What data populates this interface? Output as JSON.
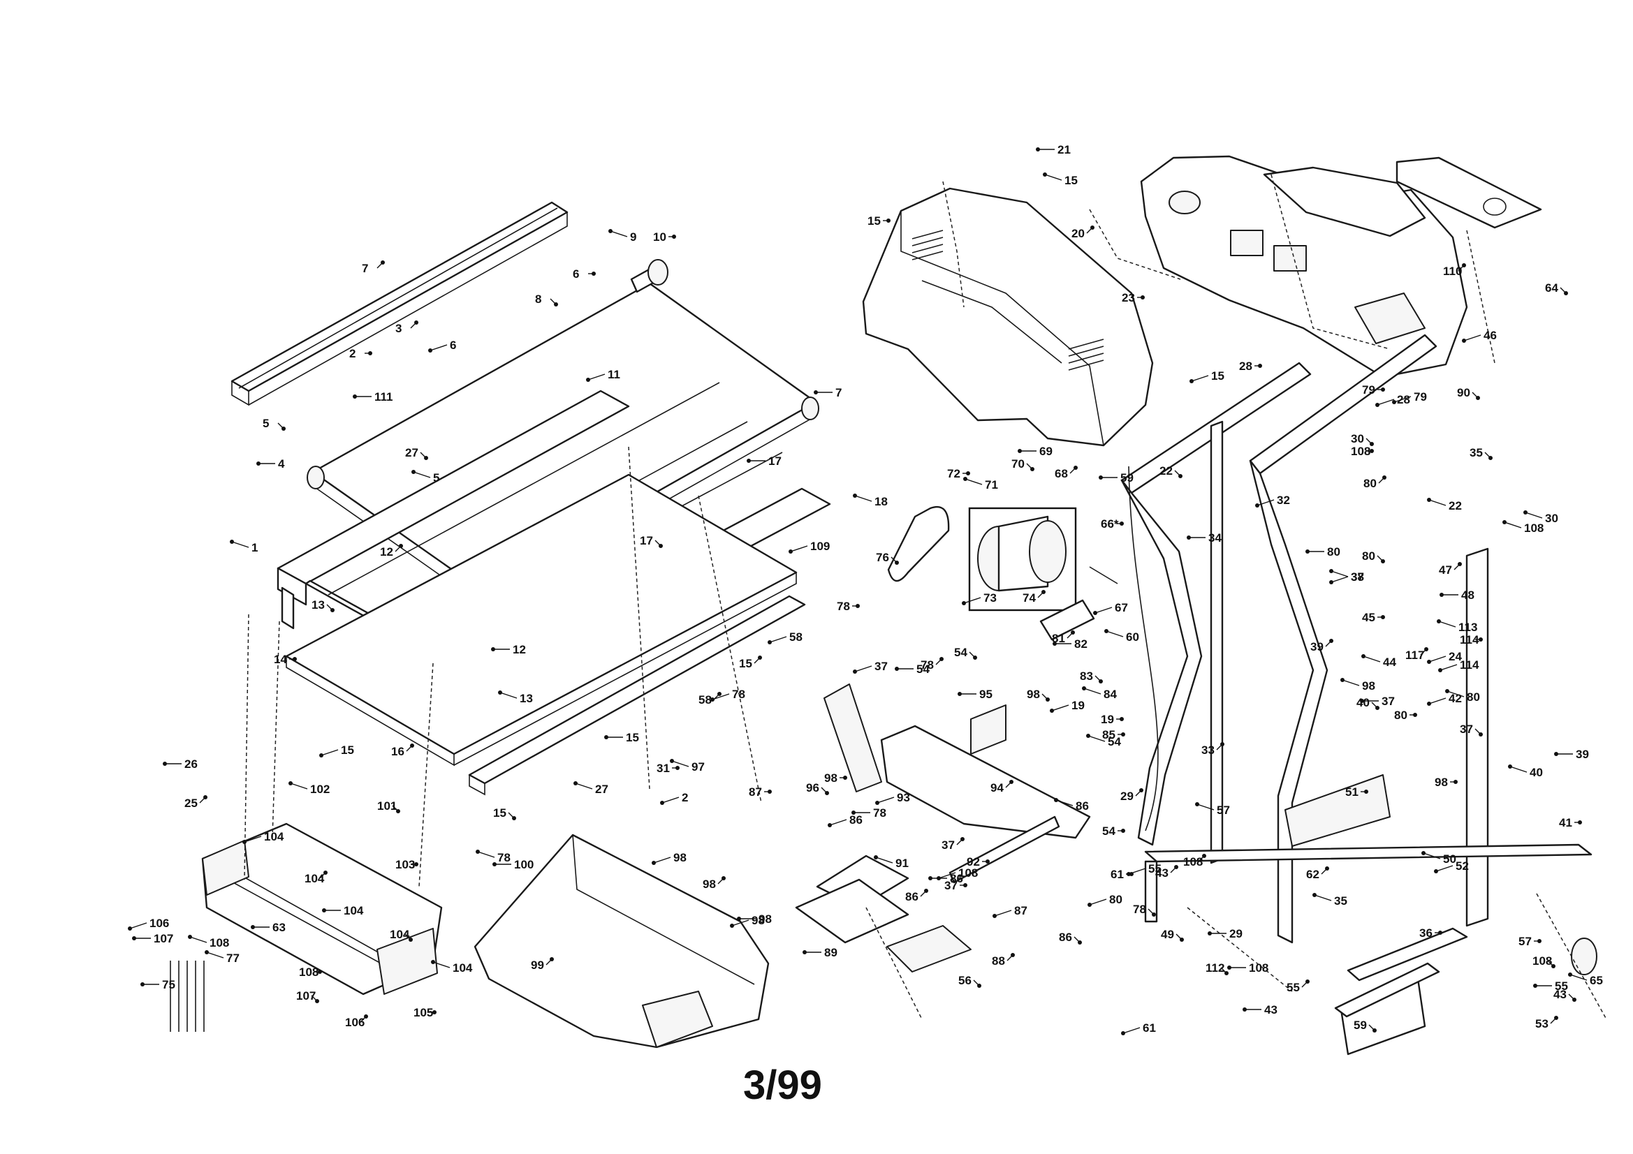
{
  "footer": {
    "date_code": "3/99"
  },
  "callouts": [
    "1",
    "2",
    "3",
    "4",
    "5",
    "6",
    "7",
    "8",
    "9",
    "10",
    "11",
    "12",
    "13",
    "14",
    "15",
    "16",
    "17",
    "18",
    "19",
    "20",
    "21",
    "22",
    "23",
    "24",
    "25",
    "26",
    "27",
    "28",
    "29",
    "30",
    "31",
    "32",
    "33",
    "34",
    "35",
    "36",
    "37",
    "38",
    "39",
    "40",
    "41",
    "42",
    "43",
    "44",
    "45",
    "46",
    "47",
    "48",
    "49",
    "50",
    "51",
    "52",
    "53",
    "54",
    "55",
    "56",
    "57",
    "58",
    "59",
    "60",
    "61",
    "62",
    "63",
    "64",
    "65",
    "66*",
    "67",
    "68",
    "69",
    "70",
    "71",
    "72",
    "73",
    "74",
    "75",
    "76",
    "77",
    "78",
    "79",
    "80",
    "81",
    "82",
    "83",
    "84",
    "85",
    "86",
    "87",
    "88",
    "89",
    "90",
    "91",
    "92",
    "93",
    "94",
    "95",
    "96",
    "97",
    "98",
    "99",
    "100",
    "101",
    "102",
    "103",
    "104",
    "105",
    "106",
    "107",
    "108",
    "109",
    "110",
    "111",
    "112",
    "113",
    "114",
    "117"
  ]
}
